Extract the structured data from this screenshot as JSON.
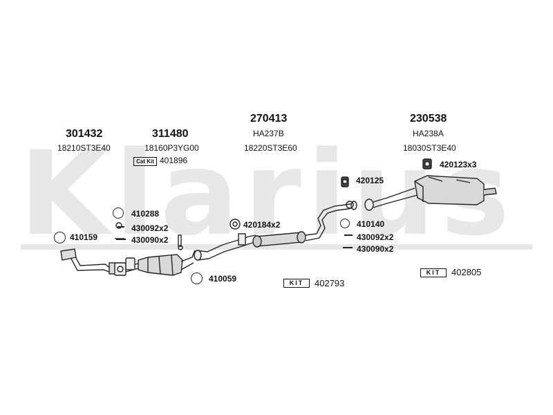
{
  "watermark": "Klarius",
  "groups": [
    {
      "number": "301432",
      "code": "18210ST3E40"
    },
    {
      "number": "311480",
      "code": "18160P3YG00"
    },
    {
      "number": "270413",
      "ref": "HA237B",
      "code": "18220ST3E60"
    },
    {
      "number": "230538",
      "ref": "HA238A",
      "code": "18030ST3E40"
    }
  ],
  "catkit": {
    "badge": "Cat Kit",
    "number": "401896"
  },
  "parts": {
    "p410159": "410159",
    "p410288": "410288",
    "p430092_a": "430092x2",
    "p430090_a": "430090x2",
    "p420184": "420184x2",
    "p410059": "410059",
    "p420125": "420125",
    "p410140": "410140",
    "p430092_b": "430092x2",
    "p430090_b": "430090x2",
    "p420123": "420123x3"
  },
  "kits": [
    {
      "badge": "KIT",
      "number": "402793"
    },
    {
      "badge": "KIT",
      "number": "402805"
    }
  ]
}
